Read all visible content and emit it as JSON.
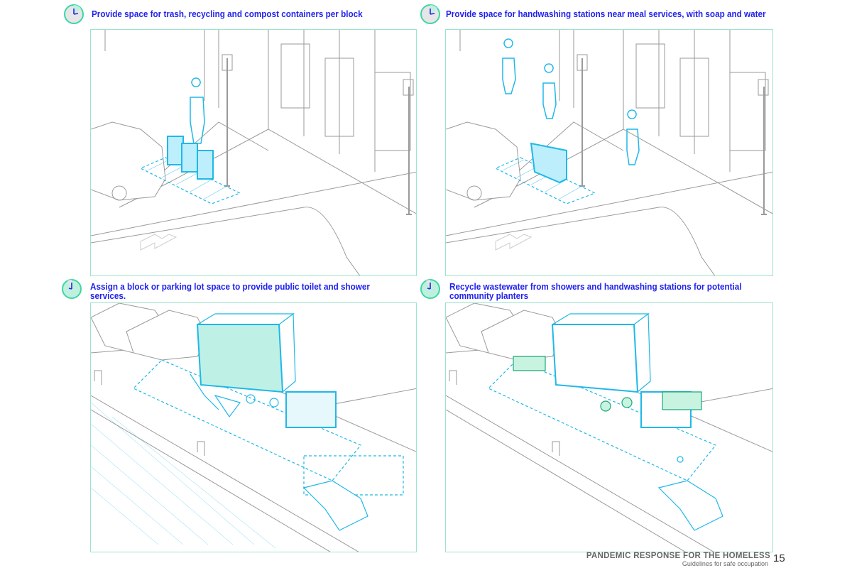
{
  "panels": [
    {
      "caption": "Provide space for  trash, recycling and compost containers per block",
      "clock": "partial"
    },
    {
      "caption": "Provide space for handwashing stations near  meal services, with  soap and water",
      "clock": "partial"
    },
    {
      "caption_lines": [
        "Assign a block or parking lot  space to provide public toilet and shower",
        "services."
      ],
      "clock": "full"
    },
    {
      "caption_lines": [
        "Recycle  wastewater from showers and handwashing stations for potential",
        "community planters"
      ],
      "clock": "full"
    }
  ],
  "footer": {
    "title": "PANDEMIC RESPONSE FOR THE HOMELESS",
    "subtitle": "Guidelines for safe occupation",
    "page_number": "15"
  },
  "colors": {
    "accent": "#1fb8e8",
    "caption": "#2222ee",
    "frame": "#9ee3cf",
    "clock_fill": "#bff0dd",
    "line": "#9a9a9a"
  }
}
